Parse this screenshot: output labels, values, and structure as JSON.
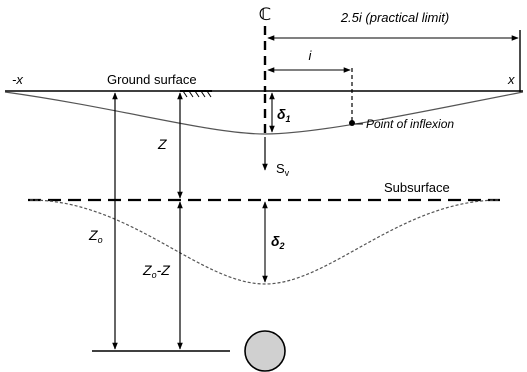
{
  "labels": {
    "centerline": "ℂ",
    "practical_limit": "2.5i (practical limit)",
    "i": "i",
    "neg_x": "-x",
    "pos_x": "x",
    "ground_surface": "Ground surface",
    "delta1": "δ",
    "delta1_sub": "1",
    "point_of_inflexion": "Point of inflexion",
    "z": "Z",
    "sv": "S",
    "sv_sub": "v",
    "subsurface": "Subsurface",
    "zo": "Z",
    "zo_sub": "o",
    "delta2": "δ",
    "delta2_sub": "2",
    "zo_minus_z_a": "Z",
    "zo_minus_z_sub": "o",
    "zo_minus_z_b": "-Z"
  }
}
